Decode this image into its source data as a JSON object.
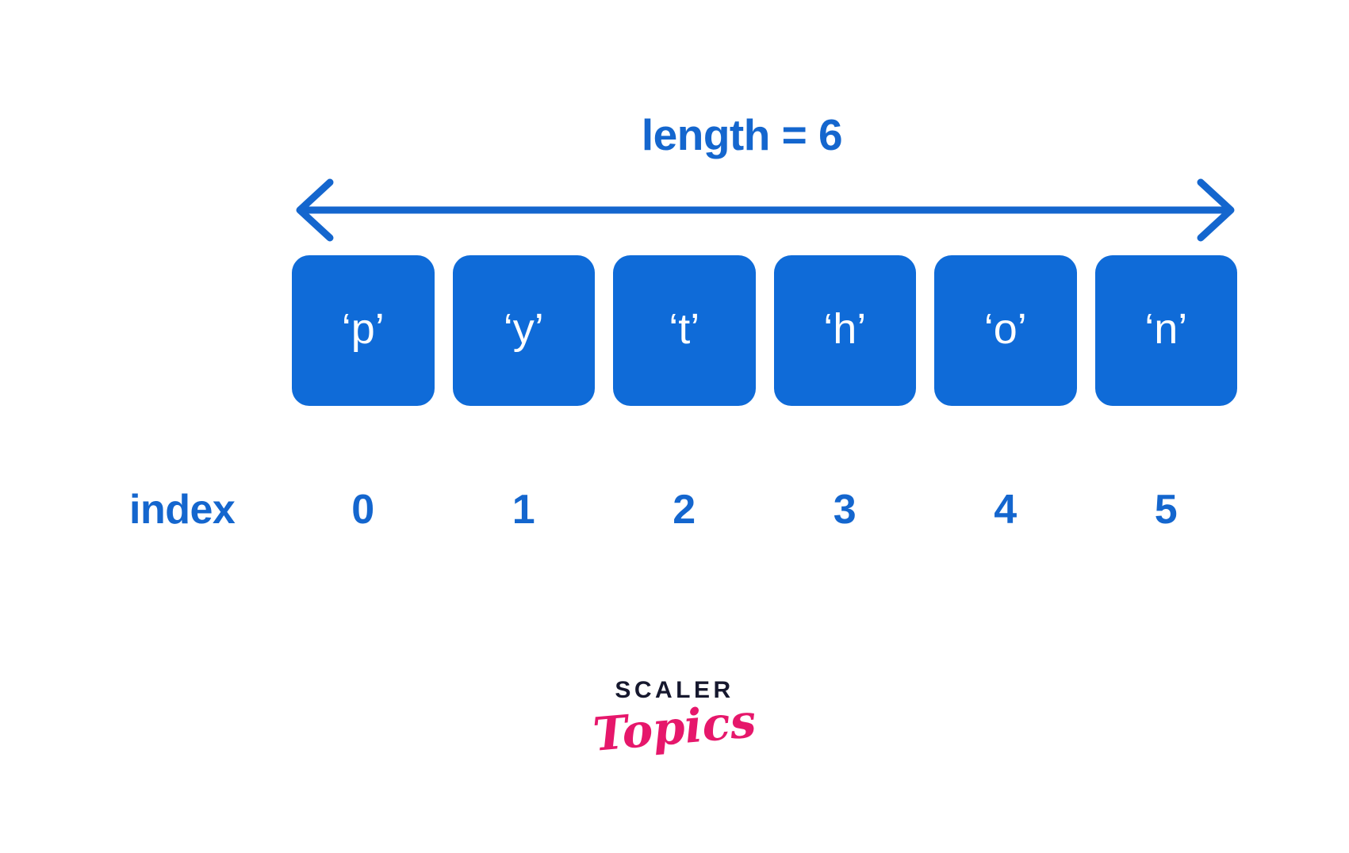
{
  "figure": {
    "title": "length = 6",
    "index_caption": "index",
    "accent_color": "#1466ce",
    "box_color": "#0f6bd8",
    "char_color": "#ffffff",
    "background_color": "#ffffff"
  },
  "arrow": {
    "name": "double-headed-length-arrow",
    "direction": "both",
    "color": "#1466ce"
  },
  "cells": [
    {
      "char": "‘p’",
      "index": "0"
    },
    {
      "char": "‘y’",
      "index": "1"
    },
    {
      "char": "‘t’",
      "index": "2"
    },
    {
      "char": "‘h’",
      "index": "3"
    },
    {
      "char": "‘o’",
      "index": "4"
    },
    {
      "char": "‘n’",
      "index": "5"
    }
  ],
  "logo": {
    "primary": "SCALER",
    "secondary": "Topics",
    "primary_color": "#16182e",
    "secondary_color": "#e6176b"
  },
  "chart_data": {
    "type": "table",
    "title": "length = 6",
    "categories": [
      "0",
      "1",
      "2",
      "3",
      "4",
      "5"
    ],
    "values": [
      "‘p’",
      "‘y’",
      "‘t’",
      "‘h’",
      "‘o’",
      "‘n’"
    ],
    "xlabel": "index",
    "ylabel": "",
    "annotations": [
      "length = 6"
    ],
    "string_represented": "python",
    "length": 6
  }
}
